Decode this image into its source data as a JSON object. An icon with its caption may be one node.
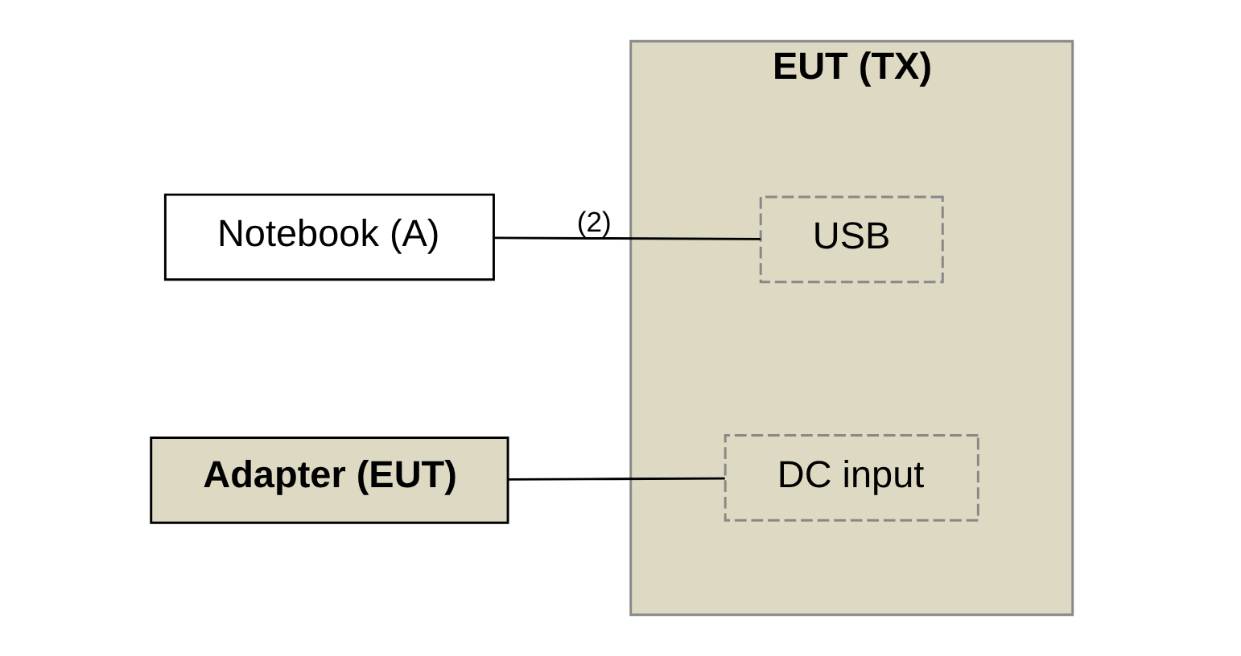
{
  "diagram": {
    "nodes": [
      {
        "text": [
          "Notebook (A)"
        ]
      },
      {
        "text": [
          "EUT (TX)"
        ]
      },
      {
        "text": [
          "USB"
        ],
        "in": 1
      },
      {
        "text": [
          "Adapter (EUT)"
        ]
      },
      {
        "text": [
          "DC input"
        ],
        "in": 1
      }
    ],
    "edges": [
      {
        "from": 0,
        "to": 2,
        "arrow": "none",
        "label": "(2)"
      },
      {
        "from": 3,
        "to": 4,
        "arrow": "none"
      }
    ]
  }
}
